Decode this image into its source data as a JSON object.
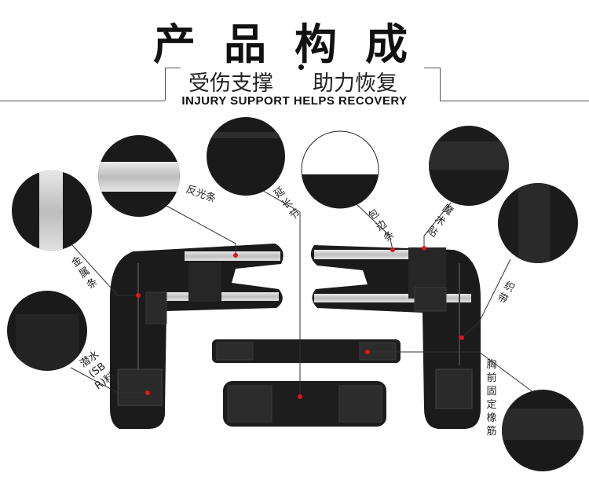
{
  "header": {
    "title": "产品构成",
    "subtitle_left": "受伤支撑",
    "subtitle_right": "助力恢复",
    "subtitle_en": "INJURY SUPPORT HELPS RECOVERY"
  },
  "callouts": {
    "reflective_strip": "反光条",
    "extension_section": "延长节",
    "wrap_strip": "包边条",
    "velcro": "魔术贴",
    "metal_strip": "金属条",
    "webbing": "织带",
    "sbr_material": "潜水(SBR)料",
    "chest_elastic": "胸前固定橡筋"
  }
}
